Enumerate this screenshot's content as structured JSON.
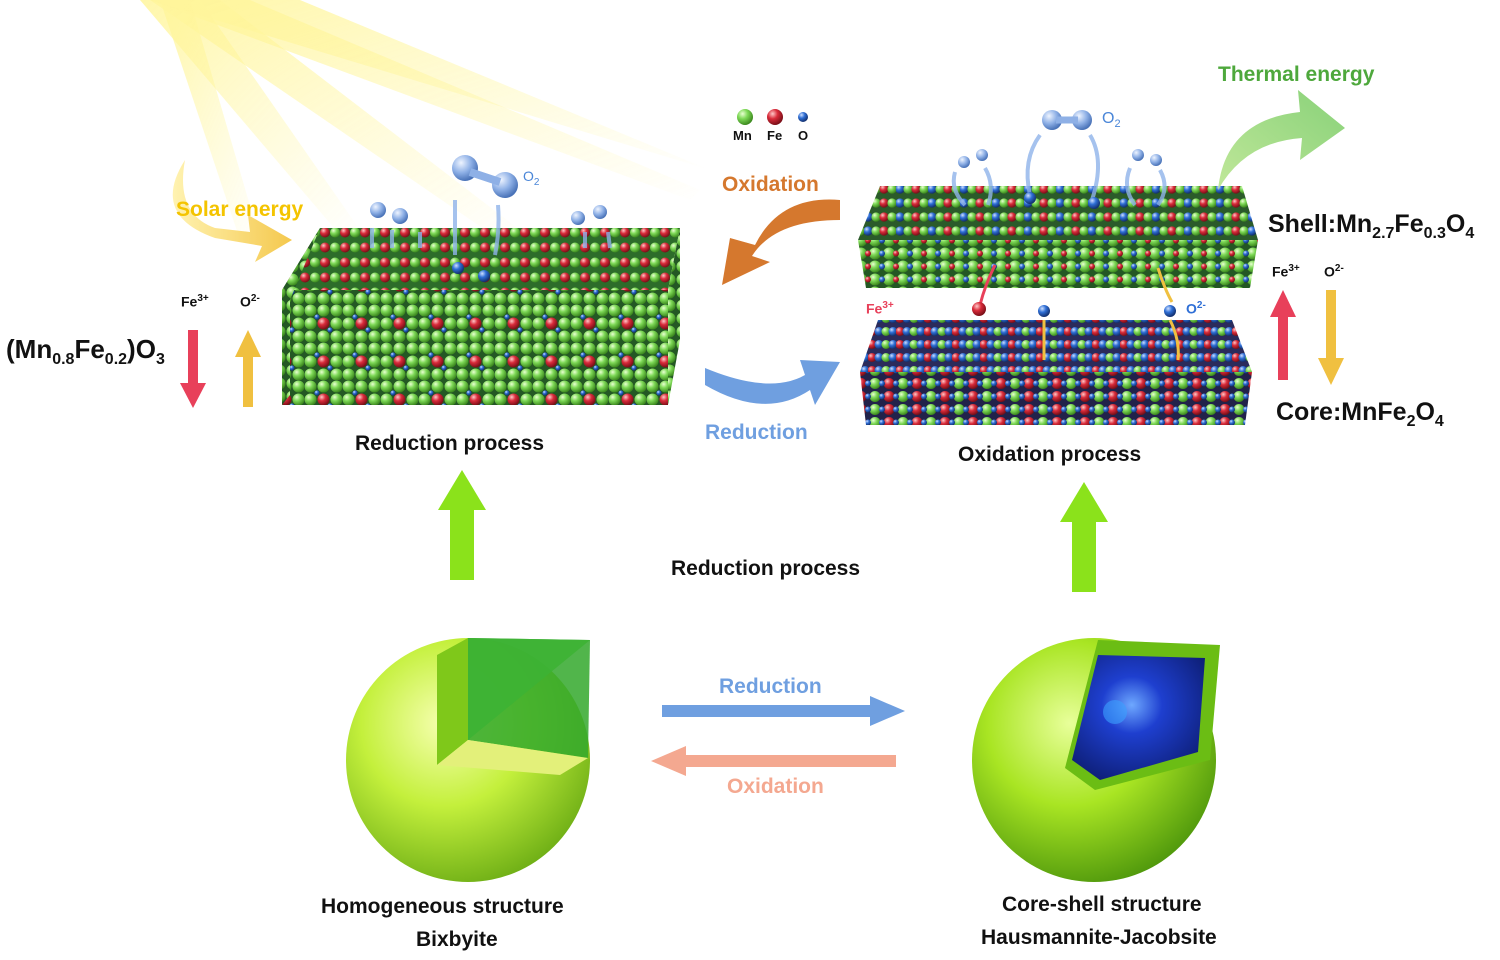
{
  "colors": {
    "mn": "#7ed957",
    "fe": "#d92b3a",
    "o": "#2f6fd6",
    "solar": "#f2c200",
    "oxidation_top": "#d5782e",
    "reduction": "#6f9fe0",
    "thermal": "#4ea83c",
    "up_arrow": "#8be21b",
    "fe_arrow": "#e8405a",
    "o_arrow": "#f0c040",
    "oxidation_bottom": "#f4a890"
  },
  "legend": {
    "mn": "Mn",
    "fe": "Fe",
    "o": "O"
  },
  "left_top": {
    "solar_energy": "Solar energy",
    "formula": {
      "pre": "(Mn",
      "s1": "0.8",
      "mid": "Fe",
      "s2": "0.2",
      "post": ")O",
      "s3": "3"
    },
    "fe_ion": {
      "base": "Fe",
      "sup": "3+"
    },
    "o_ion": {
      "base": "O",
      "sup": "2-"
    },
    "o2": "O",
    "o2_sub": "2",
    "caption": "Reduction process"
  },
  "middle_top": {
    "oxidation": "Oxidation",
    "reduction": "Reduction"
  },
  "right_top": {
    "thermal_energy": "Thermal energy",
    "o2": "O",
    "o2_sub": "2",
    "fe_mid": {
      "base": "Fe",
      "sup": "3+"
    },
    "o_mid": {
      "base": "O",
      "sup": "2-"
    },
    "fe_ion": {
      "base": "Fe",
      "sup": "3+"
    },
    "o_ion": {
      "base": "O",
      "sup": "2-"
    },
    "shell": {
      "pre": "Shell:Mn",
      "s1": "2.7",
      "mid": "Fe",
      "s2": "0.3",
      "post": "O",
      "s3": "4"
    },
    "core": {
      "pre": "Core:MnFe",
      "s1": "2",
      "post": "O",
      "s2": "4"
    },
    "caption": "Oxidation process"
  },
  "center_label": "Reduction process",
  "bottom": {
    "reduction": "Reduction",
    "oxidation": "Oxidation",
    "left_caption_1": "Homogeneous structure",
    "left_caption_2": "Bixbyite",
    "right_caption_1": "Core-shell structure",
    "right_caption_2": "Hausmannite-Jacobsite"
  }
}
